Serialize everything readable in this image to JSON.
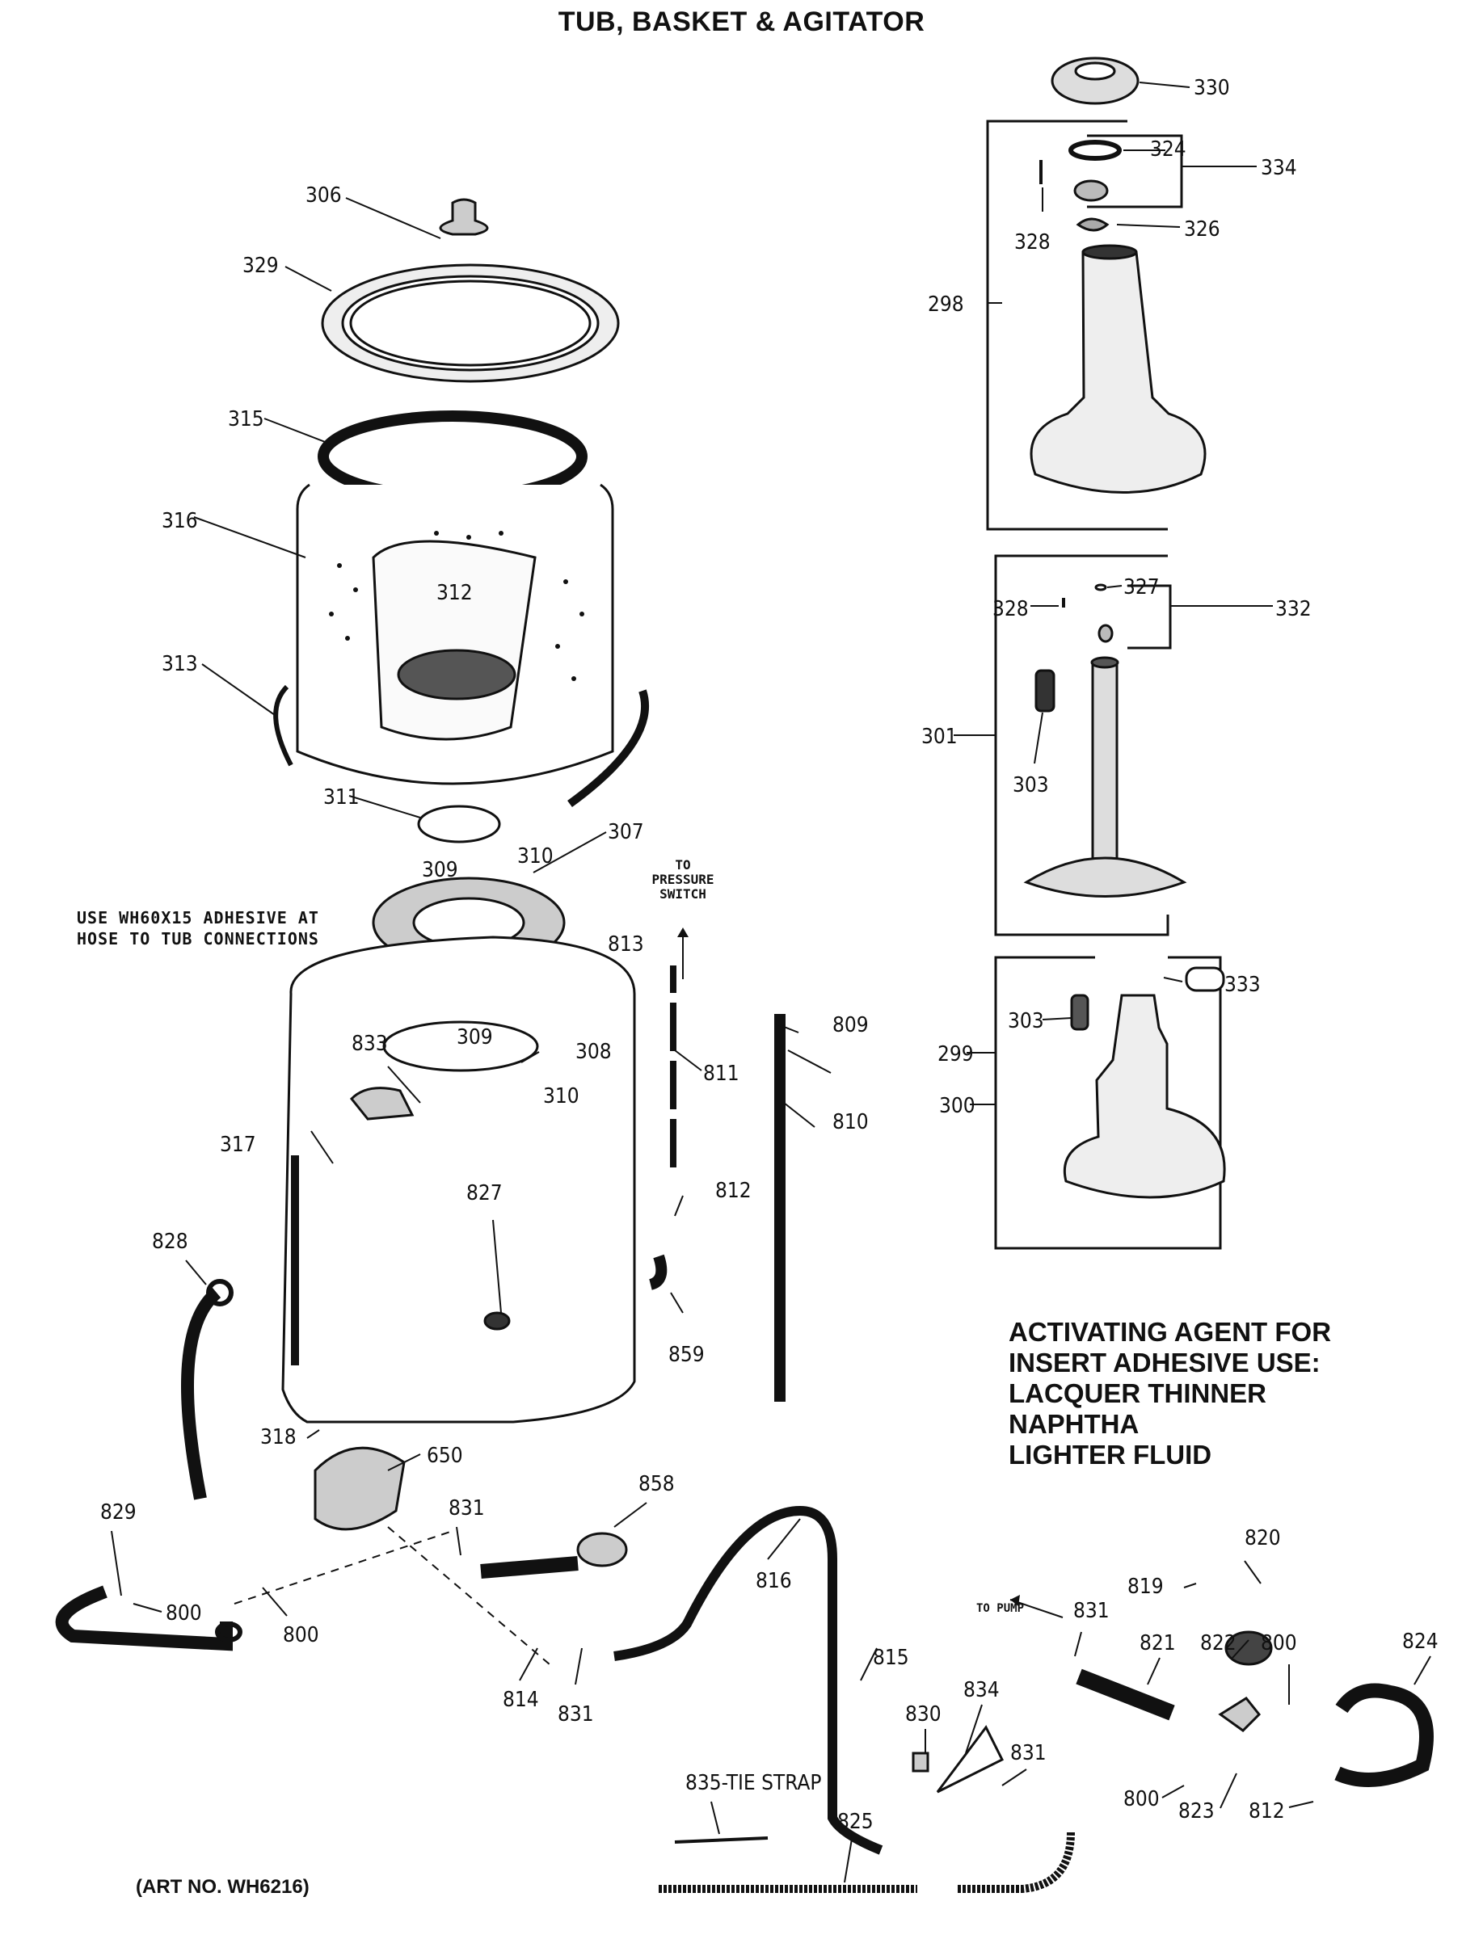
{
  "title": "TUB, BASKET & AGITATOR",
  "art_number": "(ART NO. WH6216)",
  "adhesive_note": [
    "USE WH60X15 ADHESIVE AT",
    "HOSE TO TUB CONNECTIONS"
  ],
  "pressure_note": [
    "TO",
    "PRESSURE",
    "SWITCH"
  ],
  "pump_note": "TO PUMP",
  "activating_agent": [
    "ACTIVATING AGENT FOR",
    "INSERT ADHESIVE USE:",
    "LACQUER THINNER",
    "NAPHTHA",
    "LIGHTER FLUID"
  ],
  "tie_strap": "835-TIE STRAP",
  "part_labels": [
    "330",
    "324",
    "334",
    "328",
    "326",
    "298",
    "306",
    "329",
    "315",
    "316",
    "312",
    "313",
    "311",
    "309",
    "310",
    "307",
    "327",
    "332",
    "328",
    "301",
    "303",
    "333",
    "303",
    "299",
    "300",
    "813",
    "809",
    "811",
    "810",
    "812",
    "833",
    "309",
    "308",
    "310",
    "317",
    "827",
    "828",
    "859",
    "318",
    "650",
    "858",
    "829",
    "800",
    "800",
    "831",
    "816",
    "815",
    "814",
    "831",
    "820",
    "819",
    "831",
    "821",
    "822",
    "800",
    "824",
    "830",
    "834",
    "831",
    "800",
    "823",
    "812",
    "825"
  ]
}
